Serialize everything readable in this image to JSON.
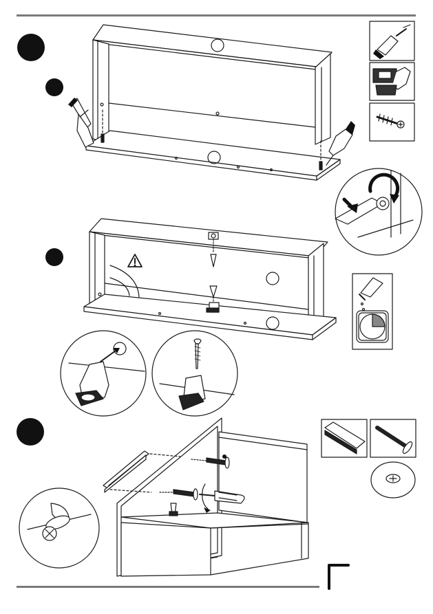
{
  "page": {
    "step_markers": [
      {
        "name": "step-marker-1"
      },
      {
        "name": "step-marker-2"
      },
      {
        "name": "step-marker-3"
      },
      {
        "name": "step-marker-4"
      }
    ],
    "part_icons": [
      {
        "name": "glue-bottle-icon"
      },
      {
        "name": "cam-connector-icon"
      },
      {
        "name": "screw-icon"
      },
      {
        "name": "drawer-runner-icon"
      },
      {
        "name": "bolt-icon"
      },
      {
        "name": "cam-lock-icon"
      }
    ],
    "warning_icon": "warning-triangle-icon",
    "clock_icon": "drying-time-clock-icon",
    "colors": {
      "line": "#1a1a1a",
      "bar": "#7a7a7a",
      "marker": "#111111"
    }
  }
}
